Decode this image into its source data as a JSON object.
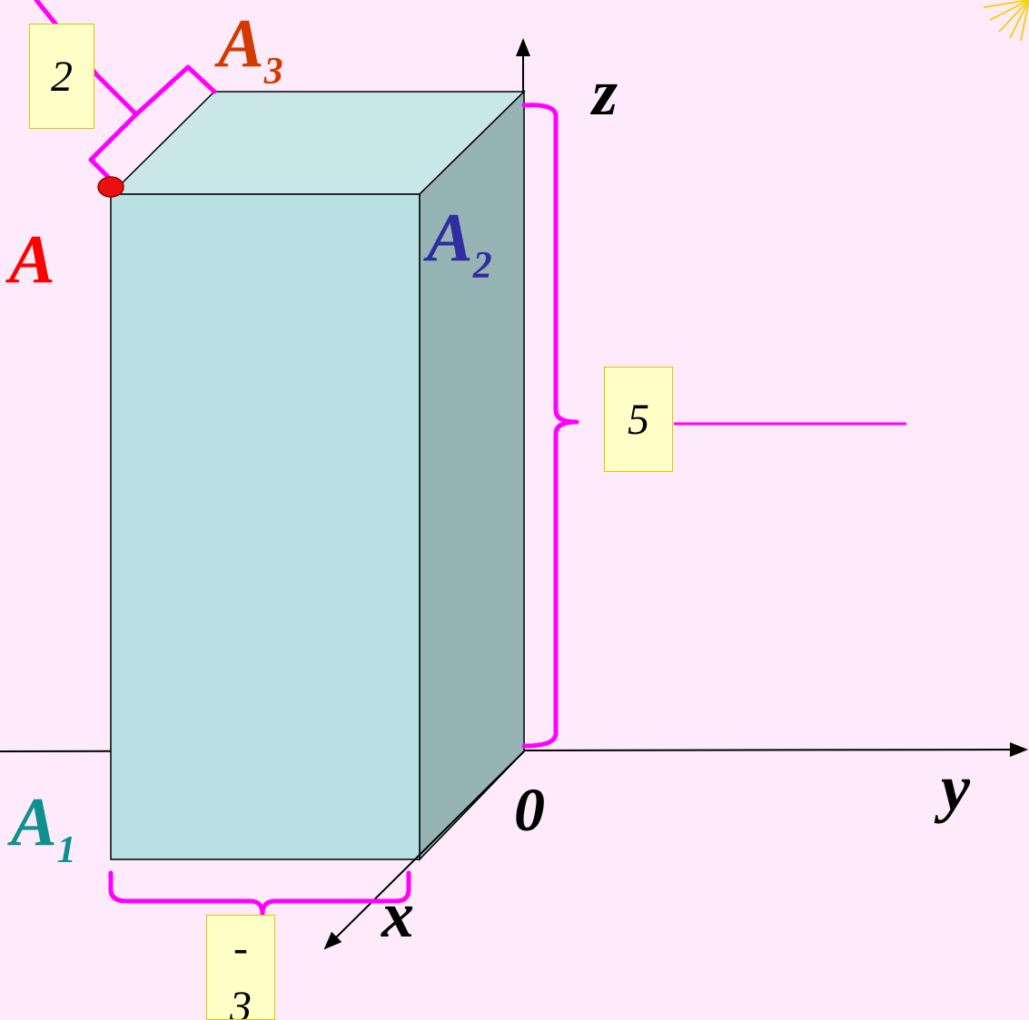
{
  "labels": {
    "A": "A",
    "A1": "A",
    "A1_sub": "1",
    "A2": "A",
    "A2_sub": "2",
    "A3": "A",
    "A3_sub": "3",
    "axis_x": "x",
    "axis_y": "y",
    "axis_z": "z",
    "origin": "0"
  },
  "dimension_boxes": {
    "x_dim": "-\n3",
    "y_dim": "2",
    "z_dim": "5"
  },
  "colors": {
    "background": "#fdeafa",
    "box_front": "#b9e0e2",
    "box_top": "#c9e7e8",
    "box_side": "#97b4b5",
    "brace": "#ff00ff",
    "point": "#e81010",
    "label_A": "#ff0000",
    "label_A1": "#0f9090",
    "label_A2": "#2e2ea0",
    "label_A3": "#d23a00"
  }
}
